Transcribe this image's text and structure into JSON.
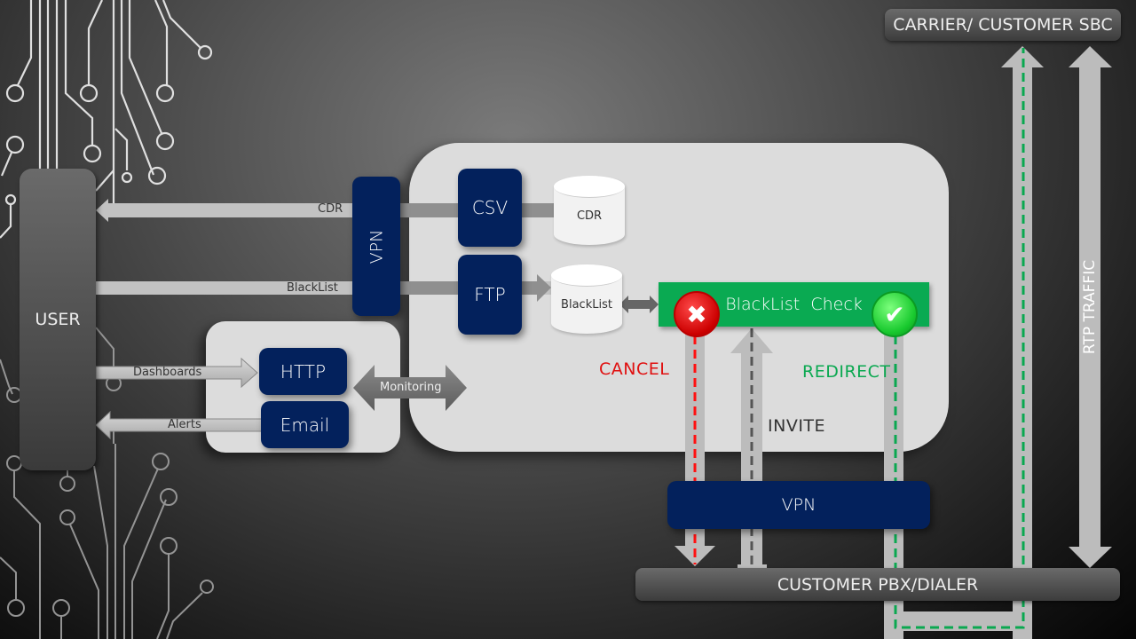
{
  "title_boxes": {
    "carrier": "CARRIER/ CUSTOMER SBC",
    "pbx": "CUSTOMER PBX/DIALER"
  },
  "user": {
    "label": "USER"
  },
  "vpn_vertical": {
    "label": "VPN"
  },
  "vpn_horizontal": {
    "label": "VPN"
  },
  "flows": {
    "cdr": "CDR",
    "blacklist": "BlackList",
    "dashboards": "Dashboards",
    "alerts": "Alerts",
    "monitoring": "Monitoring"
  },
  "services": {
    "csv": "CSV",
    "ftp": "FTP",
    "http": "HTTP",
    "email": "Email"
  },
  "databases": {
    "cdr": "CDR",
    "blacklist": "BlackList"
  },
  "check": {
    "label": "BlackList  Check",
    "cancel_icon": "x-icon",
    "redirect_icon": "check-icon"
  },
  "outcomes": {
    "cancel": "CANCEL",
    "redirect": "REDIRECT",
    "invite": "INVITE"
  },
  "rtp": {
    "label": "RTP TRAFFIC"
  },
  "colors": {
    "navy": "#03215c",
    "check_green": "#0aaa52",
    "cancel_red": "#e01010",
    "redirect_green": "#0aa850",
    "arrow_gray": "#bdbdbd"
  }
}
